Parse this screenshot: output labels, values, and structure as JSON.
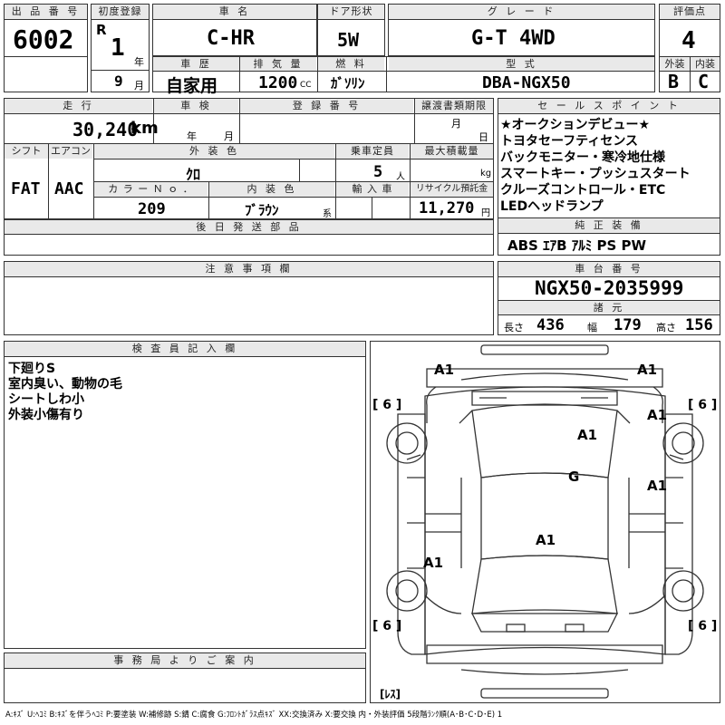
{
  "header": {
    "lot_label": "出 品 番 号",
    "lot_number": "6002",
    "first_reg_label": "初度登録",
    "era": "R",
    "year": "1",
    "year_unit": "年",
    "month": "9",
    "month_unit": "月",
    "model_label": "車 名",
    "model": "C-HR",
    "door_label": "ドア形状",
    "door": "5W",
    "grade_label": "グ レ ー ド",
    "grade": "G-T  4WD",
    "score_label": "評価点",
    "score": "4",
    "history_label": "車 歴",
    "history": "自家用",
    "displacement_label": "排 気 量",
    "displacement": "1200",
    "displacement_unit": "CC",
    "fuel_label": "燃 料",
    "fuel": "ｶﾞｿﾘﾝ",
    "type_label": "型 式",
    "type_code": "DBA-NGX50",
    "exterior_label": "外装",
    "exterior": "B",
    "interior_label": "内装",
    "interior": "C"
  },
  "row2": {
    "mileage_label": "走 行",
    "mileage": "30,240",
    "mileage_unit": "km",
    "inspection_label": "車 検",
    "insp_year_unit": "年",
    "insp_month_unit": "月",
    "reg_label": "登 録 番 号",
    "transfer_label": "譲渡書類期限",
    "transfer_month": "月",
    "transfer_day": "日",
    "shift_label": "シフト",
    "shift": "FAT",
    "ac_label": "エアコン",
    "ac": "AAC",
    "color_label": "外 装 色",
    "color": "ｸﾛ",
    "capacity_label": "乗車定員",
    "capacity": "5",
    "capacity_unit": "人",
    "load_label": "最大積載量",
    "load_unit": "kg",
    "color_no_label": "カ ラ ー Ｎ ｏ ．",
    "color_no": "209",
    "interior_color_label": "内 装 色",
    "interior_color": "ﾌﾞﾗｳﾝ",
    "interior_color_unit": "系",
    "import_label": "輸 入 車",
    "recycle_label": "リサイクル預託金",
    "recycle": "11,270",
    "recycle_unit": "円",
    "later_label": "後 日 発 送 部 品",
    "notes_label": "注 意 事 項 欄"
  },
  "sales": {
    "label": "セ ー ル ス ポ イ ン ト",
    "points": [
      "★オークションデビュー★",
      "トヨタセーフティセンス",
      "バックモニター・寒冷地仕様",
      "スマートキー・プッシュスタート",
      "クルーズコントロール・ETC",
      "LEDヘッドランプ"
    ]
  },
  "equipment": {
    "label": "純 正 装 備",
    "value": "ABS  ｴｱB  ｱﾙﾐ  PS  PW"
  },
  "chassis": {
    "label": "車 台 番 号",
    "value": "NGX50-2035999"
  },
  "specs": {
    "label": "諸 元",
    "length_label": "長さ",
    "length": "436",
    "width_label": "幅",
    "width": "179",
    "height_label": "高さ",
    "height": "156"
  },
  "inspector": {
    "label": "検 査 員 記 入 欄",
    "lines": [
      "下廻りS",
      "室内臭い、動物の毛",
      "シートしわ小",
      "外装小傷有り"
    ]
  },
  "office": {
    "label": "事 務 局 よ り ご 案 内"
  },
  "diagram": {
    "marks": {
      "front_left": "A1",
      "front_right": "A1",
      "fender_right": "A1",
      "hood": "A1",
      "windshield": "G",
      "door_right": "A1",
      "roof": "A1",
      "rear_left": "A1"
    },
    "tire_left_top": "[ 6 ]",
    "tire_right_top": "[ 6 ]",
    "tire_left_bottom": "[ 6 ]",
    "tire_right_bottom": "[ 6 ]",
    "spare": "[ﾚｽ]"
  },
  "legend": "A:ｷｽﾞ U:ﾍｺﾐ B:ｷｽﾞを伴うﾍｺﾐ P:要塗装 W:補修跡 S:錆 C:腐食 G:ﾌﾛﾝﾄｶﾞﾗｽ点ｷｽﾞ XX:交換済み X:要交換  内・外装評価  5段階ﾗﾝｸ順(A･B･C･D･E) 1"
}
